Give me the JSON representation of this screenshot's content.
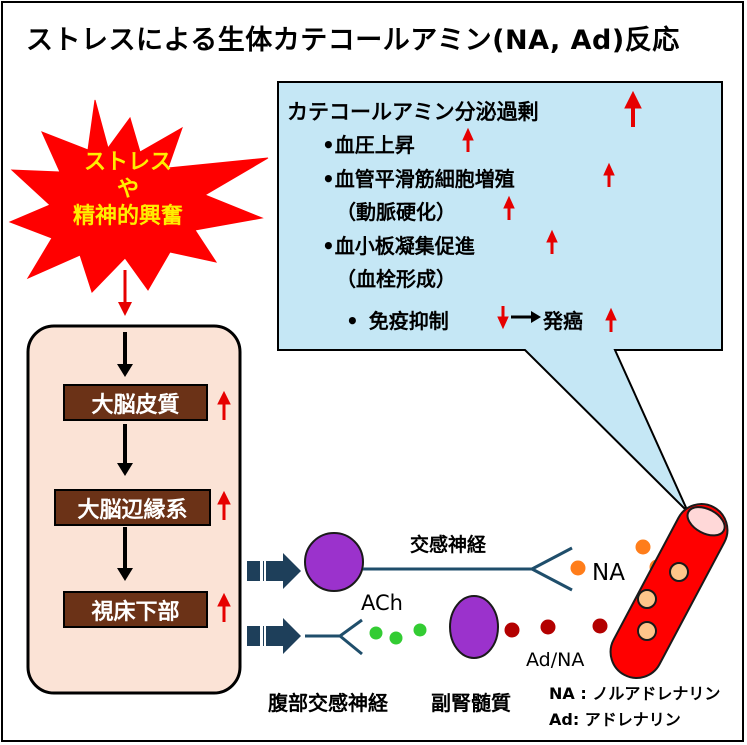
{
  "title": "ストレスによる生体カテコールアミン(NA, Ad)反応",
  "stress_burst": {
    "line1": "ストレス",
    "line2": "や",
    "line3": "精神的興奮"
  },
  "brain_steps": [
    "大脳皮質",
    "大脳辺縁系",
    "視床下部"
  ],
  "callout": {
    "heading": "カテコールアミン分泌過剰",
    "items": [
      {
        "bullet": "•",
        "text": "血圧上昇"
      },
      {
        "bullet": "•",
        "text": "血管平滑筋細胞増殖"
      },
      {
        "bullet": "",
        "text": "（動脈硬化）"
      },
      {
        "bullet": "•",
        "text": "血小板凝集促進"
      },
      {
        "bullet": "",
        "text": "（血栓形成）"
      },
      {
        "bullet": "•",
        "text": "免疫抑制",
        "then": "発癌"
      }
    ]
  },
  "labels": {
    "sympathetic_nerve": "交感神経",
    "ach": "ACh",
    "na": "NA",
    "ad_na": "Ad/NA",
    "abdominal_nerve": "腹部交感神経",
    "adrenal_medulla": "副腎髄質"
  },
  "legend": {
    "na": "NA : ノルアドレナリン",
    "ad": "Ad: アドレナリン"
  },
  "colors": {
    "red_arrow": "#e60000",
    "burst": "#ff0000",
    "burst_text": "#ffee00",
    "brain_panel": "#fbe3d6",
    "brain_box": "#6b3217",
    "callout_fill": "#c5e7f5",
    "cell_purple": "#9b32cc",
    "nerve_line": "#1f4e6b",
    "ach_green": "#33cc33",
    "na_orange": "#ff7d1a",
    "ad_dark_red": "#b30000",
    "vessel_red": "#ff0000",
    "rbc_fill": "#ffc58a",
    "block_arrow": "#1e3f5a"
  }
}
